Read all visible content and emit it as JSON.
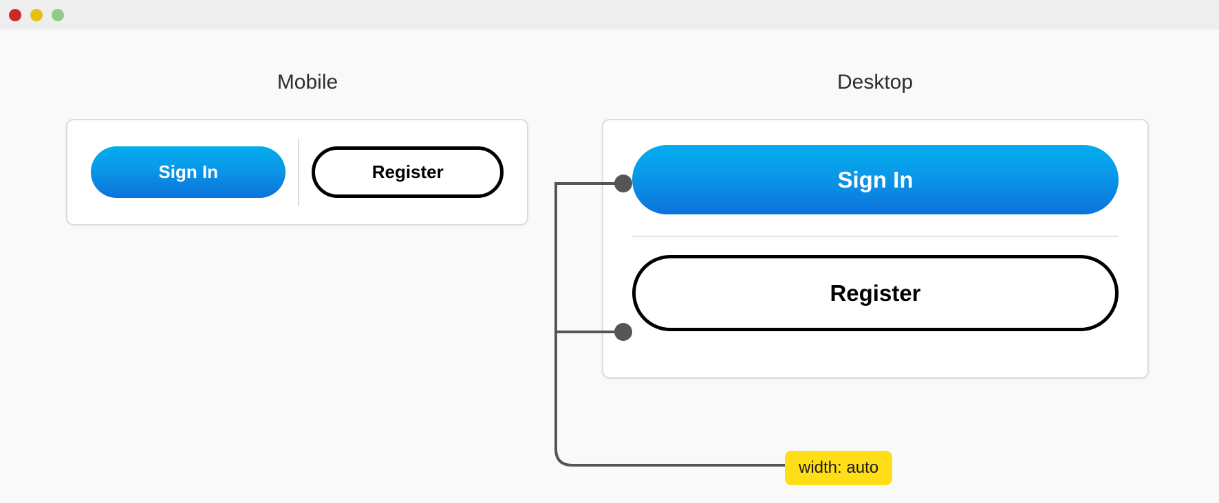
{
  "window": {
    "traffic_lights": [
      {
        "name": "close",
        "color": "#c9282d"
      },
      {
        "name": "minimize",
        "color": "#e5c00d"
      },
      {
        "name": "maximize",
        "color": "#92cb88"
      }
    ],
    "titlebar_color": "#eeeeee",
    "background_color": "#f9f9f9"
  },
  "sections": {
    "mobile": {
      "label": "Mobile",
      "buttons": [
        {
          "label": "Sign In",
          "style": "primary"
        },
        {
          "label": "Register",
          "style": "outline"
        }
      ]
    },
    "desktop": {
      "label": "Desktop",
      "buttons": [
        {
          "label": "Sign In",
          "style": "primary"
        },
        {
          "label": "Register",
          "style": "outline"
        }
      ]
    }
  },
  "annotation": {
    "badge_label": "width: auto",
    "badge_color": "#FFDD17",
    "connector_color": "#555555",
    "dot_color": "#555555"
  },
  "colors": {
    "primary_gradient_start": "#03ADEE",
    "primary_gradient_end": "#0B72DB",
    "outline_border": "#000000",
    "card_border": "#dcdcdc",
    "divider": "#e3e3e3",
    "label_text": "#2e2e2e"
  }
}
